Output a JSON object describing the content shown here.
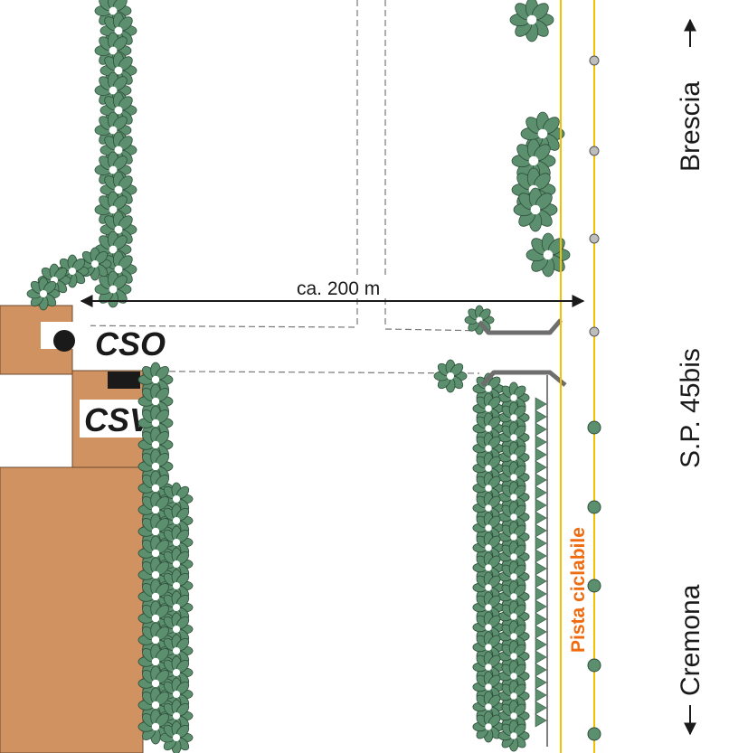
{
  "map": {
    "distance_label": "ca. 200 m",
    "stations": [
      {
        "id": "cso",
        "label": "CSO"
      },
      {
        "id": "csv",
        "label": "CSV"
      }
    ],
    "road": {
      "name": "S.P. 45bis",
      "north_label": "Brescia",
      "south_label": "Cremona"
    },
    "bike_path_label": "Pista ciclabile",
    "colors": {
      "building": "#d19262",
      "hedge_fill": "#5c8f6e",
      "hedge_stroke": "#2e4f3b",
      "cycle_line": "#f2c200",
      "bike_text": "#f06b10",
      "barrier": "#6e6e6e",
      "post": "#bdbdbd"
    },
    "icons": [
      "arrow-up-icon",
      "arrow-down-icon",
      "double-arrow-icon",
      "station-dot-icon",
      "station-block-icon"
    ]
  }
}
